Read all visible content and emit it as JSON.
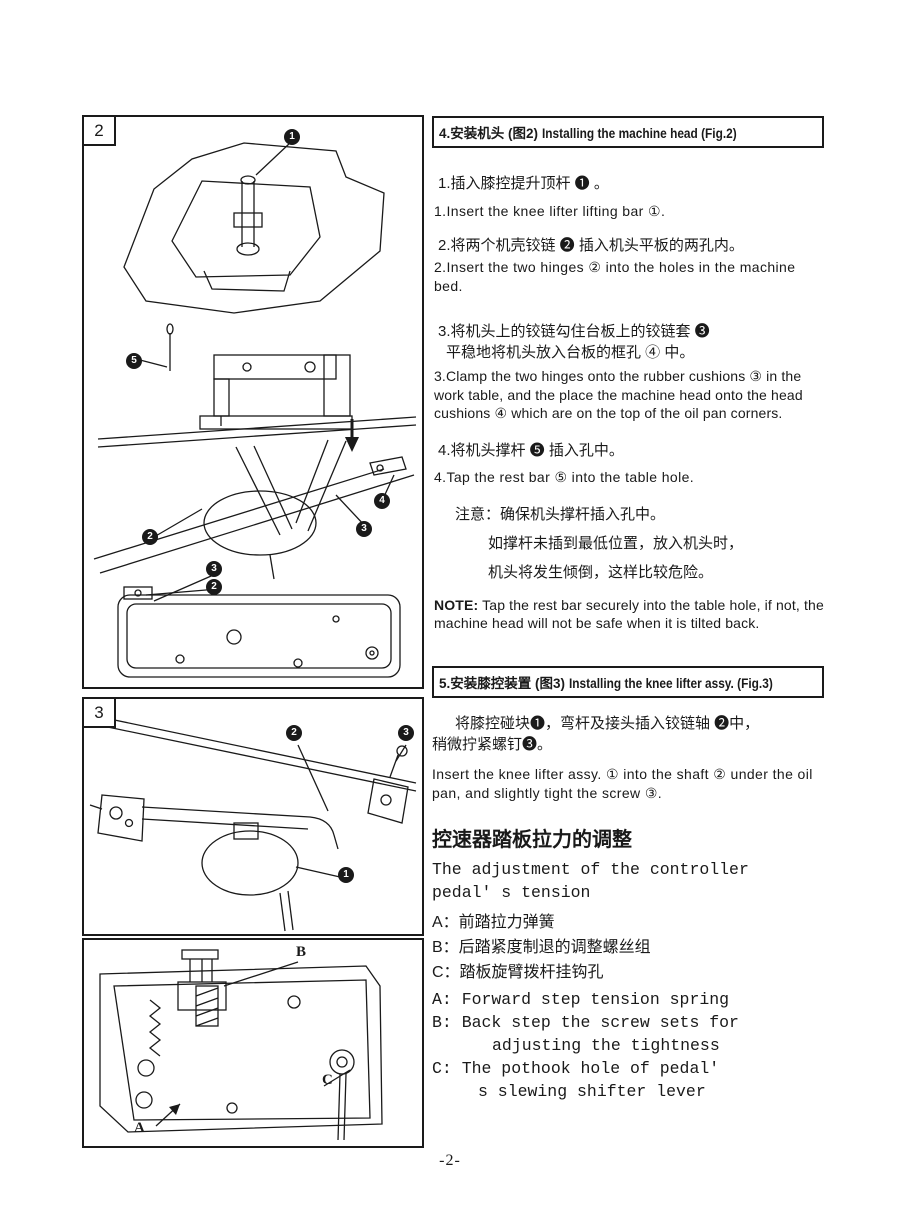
{
  "page": {
    "number": "-2-"
  },
  "colors": {
    "ink": "#1a1a1a",
    "paper": "#ffffff"
  },
  "fig2": {
    "corner_label": "2",
    "callouts": {
      "c1": "1",
      "c2": "2",
      "c3": "3",
      "c4": "4",
      "c5": "5",
      "pan_c3": "3",
      "pan_c2": "2"
    }
  },
  "fig3": {
    "corner_label": "3",
    "callouts": {
      "c1": "1",
      "c2": "2",
      "c3": "3"
    }
  },
  "fig_pedal": {
    "labels": {
      "a": "A",
      "b": "B",
      "c": "C"
    }
  },
  "section4": {
    "header_zh": "4.安装机头 (图2)",
    "header_en": "Installing the machine head (Fig.2)",
    "step1_zh": "1.插入膝控提升顶杆 ❶ 。",
    "step1_en": "1.Insert the knee lifter lifting bar ①.",
    "step2_zh": "2.将两个机壳铰链 ❷ 插入机头平板的两孔内。",
    "step2_en": "2.Insert the two hinges ② into the holes in the machine bed.",
    "step3_zh_1": "3.将机头上的铰链勾住台板上的铰链套 ❸",
    "step3_zh_2": "平稳地将机头放入台板的框孔 ④ 中。",
    "step3_en": "3.Clamp the two hinges onto the rubber cushions ③ in the work table, and the place the machine head onto the head cushions ④ which are on the top of the oil pan corners.",
    "step4_zh": "4.将机头撑杆 ❺ 插入孔中。",
    "step4_en": "4.Tap the rest bar ⑤ into the table hole.",
    "caution_label": "注意：",
    "caution_line1": "确保机头撑杆插入孔中。",
    "caution_line2": "如撑杆未插到最低位置，放入机头时，",
    "caution_line3": "机头将发生倾倒，这样比较危险。",
    "note_label": "NOTE:",
    "note_text": "Tap the rest bar securely into the table hole, if not, the machine head will not be safe when it is tilted back."
  },
  "section5": {
    "header_zh": "5.安装膝控装置 (图3)",
    "header_en": "Installing the knee lifter assy. (Fig.3)",
    "body_zh_1": "将膝控碰块❶，弯杆及接头插入铰链轴 ❷中，",
    "body_zh_2": "稍微拧紧螺钉❸。",
    "body_en": "Insert the knee lifter assy. ① into the shaft ② under the oil pan, and slightly tight the screw ③."
  },
  "adjustment": {
    "title_zh": "控速器踏板拉力的调整",
    "title_en_1": "The adjustment of the controller",
    "title_en_2": "pedal' s tension",
    "item_a_zh": "A：前踏拉力弹簧",
    "item_b_zh": "B：后踏紧度制退的调整螺丝组",
    "item_c_zh": "C：踏板旋臂拨杆挂钩孔",
    "item_a_en": "A: Forward step tension spring",
    "item_b_en_1": "B: Back step the screw sets for",
    "item_b_en_2": "adjusting the tightness",
    "item_c_en_1": "C: The pothook hole of pedal'",
    "item_c_en_2": "s slewing shifter lever"
  }
}
